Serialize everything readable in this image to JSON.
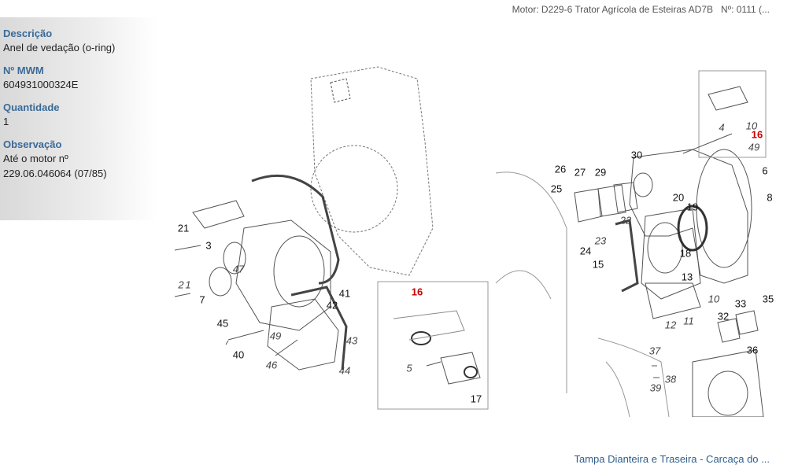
{
  "header": {
    "motor": "Motor: D229-6 Trator Agrícola de Esteiras AD7B   Nº: 0111 (..."
  },
  "details": [
    {
      "label": "Descrição",
      "value": "Anel de vedação (o-ring)"
    },
    {
      "label": "Nº MWM",
      "value": "604931000324E"
    },
    {
      "label": "Quantidade",
      "value": "1"
    },
    {
      "label": "Observação",
      "value": "Até o motor nº\n229.06.046064 (07/85)"
    }
  ],
  "diagram": {
    "highlighted_part": "16",
    "callouts": [
      "21",
      "3",
      "2",
      "1",
      "7",
      "45",
      "40",
      "46",
      "49",
      "47",
      "41",
      "42",
      "43",
      "44",
      "16",
      "5",
      "17",
      "10",
      "49",
      "4",
      "16",
      "6",
      "8",
      "30",
      "26",
      "27",
      "29",
      "25",
      "20",
      "19",
      "24",
      "23",
      "22",
      "15",
      "18",
      "13",
      "10",
      "11",
      "12",
      "32",
      "33",
      "35",
      "36",
      "37",
      "38",
      "39"
    ]
  },
  "footer": {
    "link": "Tampa Dianteira e Traseira - Carcaça do ..."
  }
}
